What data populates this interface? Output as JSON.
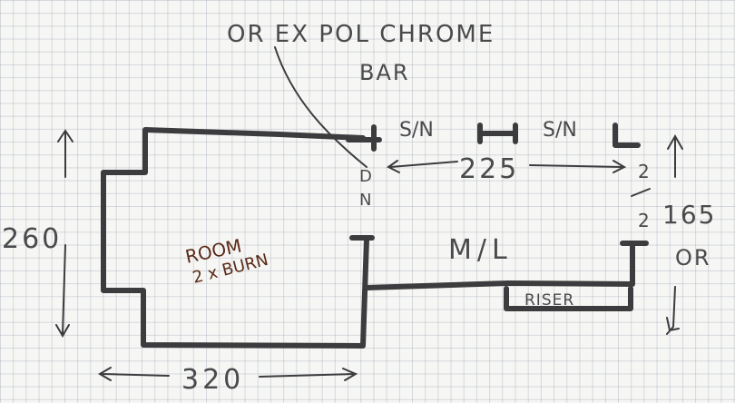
{
  "diagram": {
    "note_line1": "OR EX POL CHROME",
    "note_line2": "BAR",
    "sn_left": "S/N",
    "sn_right": "S/N",
    "dim_width_top": "225",
    "dim_height_left": "260",
    "dim_height_right": "165",
    "dim_right_or": "OR",
    "dim_width_bottom": "320",
    "room_label_line1": "ROOM",
    "room_label_line2": "2 x BURN",
    "area_label": "M/L",
    "riser_label": "RISER",
    "door_left_top": "D",
    "door_left_bottom": "N",
    "door_right_top": "2",
    "door_right_bottom": "2"
  },
  "colors": {
    "ink": "#3c3c3e",
    "marker": "#5a2a18",
    "paper": "#f6f6f4"
  }
}
